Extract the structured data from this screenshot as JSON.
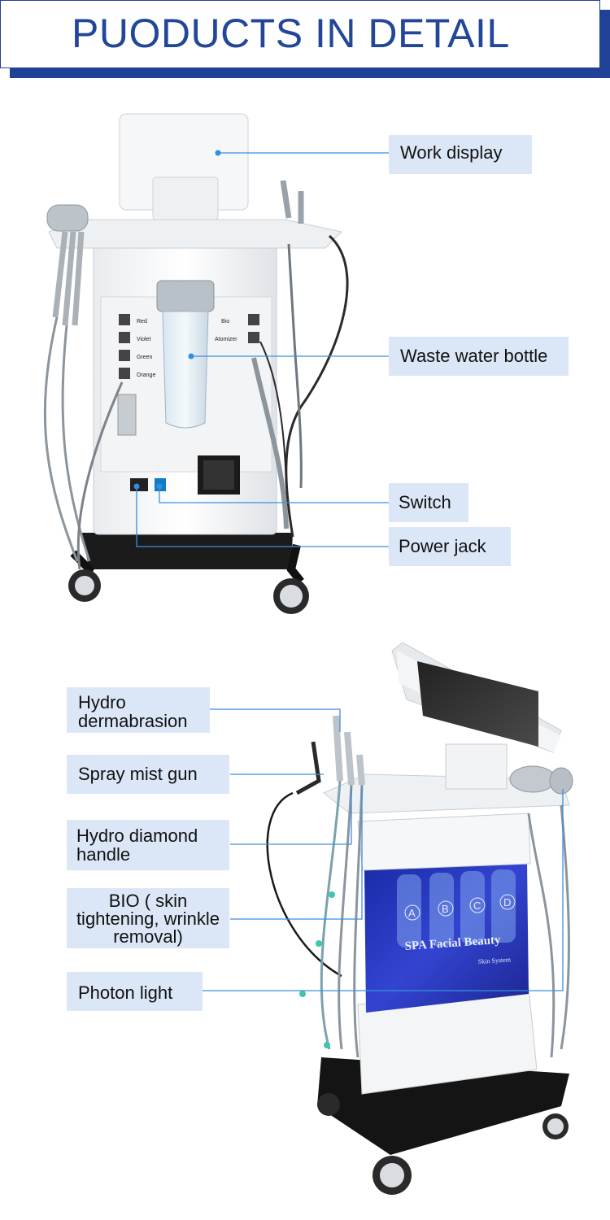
{
  "header": {
    "title": "PUODUCTS IN DETAIL"
  },
  "machine_back": {
    "panel_labels": {
      "red": "Red",
      "violet": "Violet",
      "green": "Green",
      "orange": "Orange",
      "bio": "Bio",
      "atomizer": "Atomizer"
    }
  },
  "machine_front": {
    "brand": "SPA Facial Beauty",
    "sub_brand": "Skin System",
    "bottle_letters": [
      "A",
      "B",
      "C",
      "D"
    ]
  },
  "callouts_back": [
    {
      "label": "Work display"
    },
    {
      "label": "Waste water bottle"
    },
    {
      "label": "Switch"
    },
    {
      "label": "Power jack"
    }
  ],
  "callouts_front": [
    {
      "label": "Hydro dermabrasion"
    },
    {
      "label": "Spray mist gun"
    },
    {
      "label": "Hydro diamond handle"
    },
    {
      "label": "BIO ( skin tightening, wrinkle removal)"
    },
    {
      "label": "Photon light"
    }
  ],
  "colors": {
    "header_blue": "#1f4196",
    "title_blue": "#22479a",
    "callout_bg": "#dbe7f7",
    "leader_line": "#3b8fe0",
    "tank_blue": "#2430b8"
  }
}
